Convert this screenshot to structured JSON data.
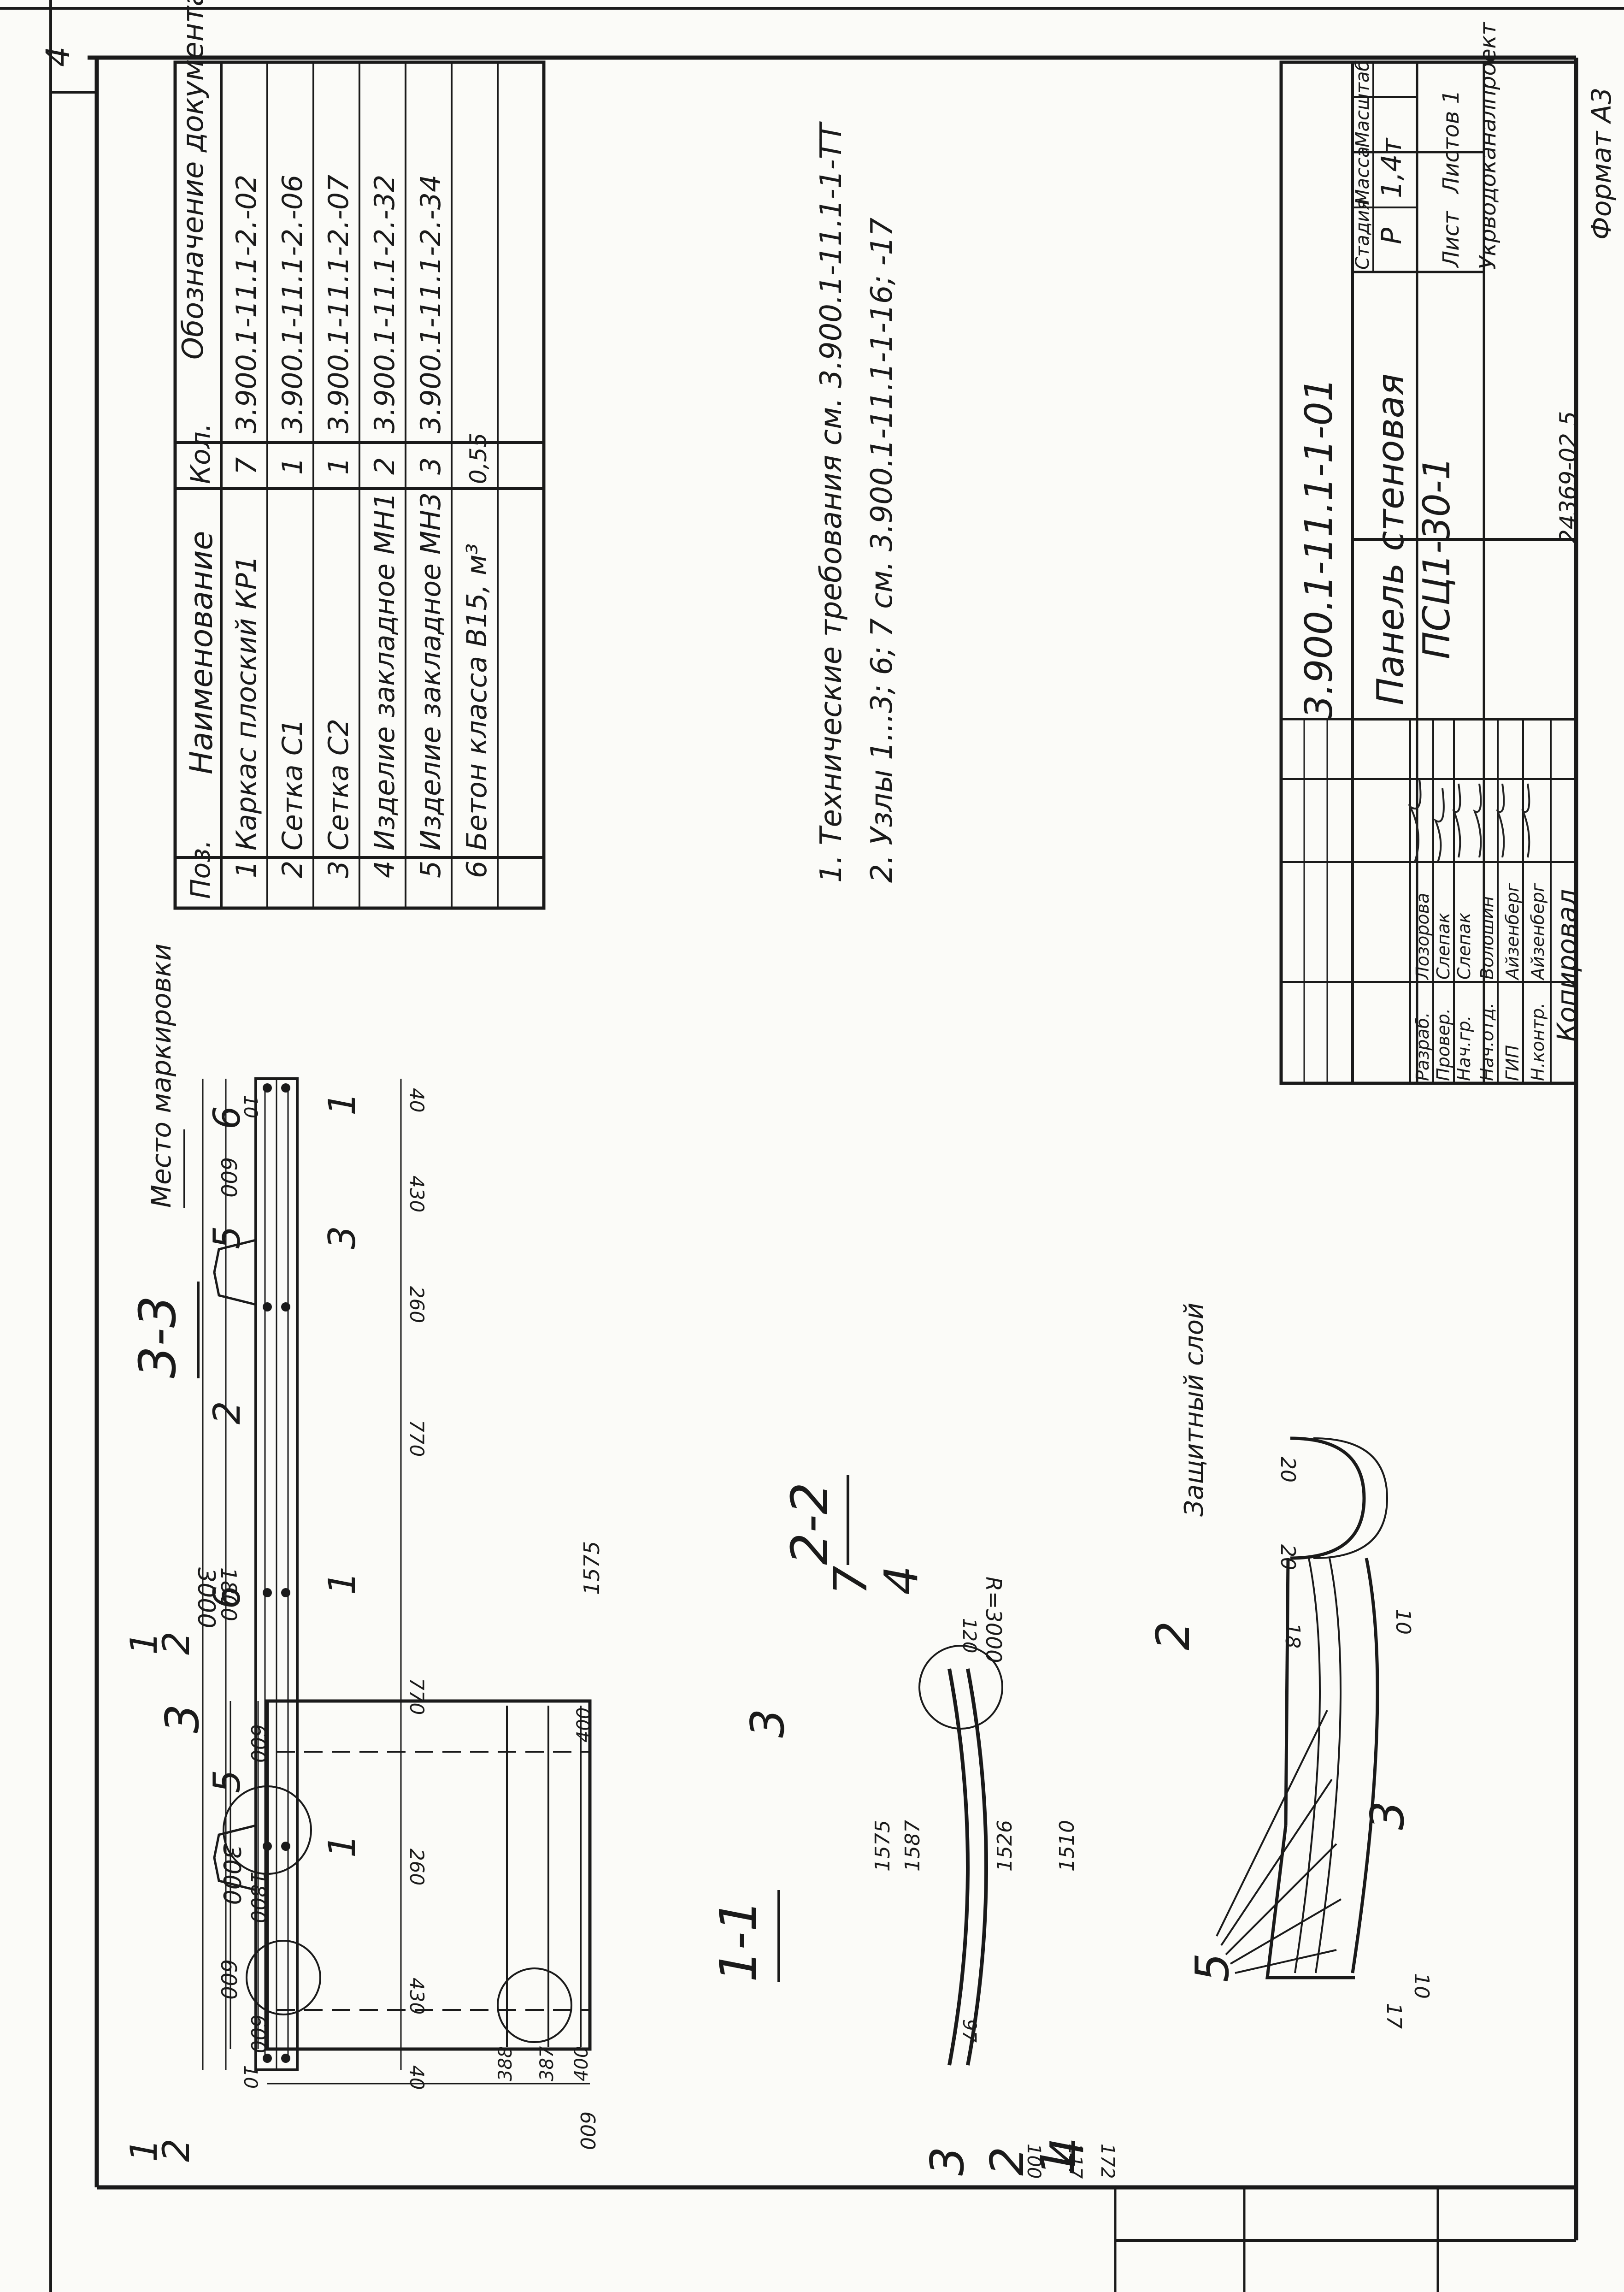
{
  "page_number": "4",
  "spec_table": {
    "headers": {
      "pos": "Поз.",
      "name": "Наименование",
      "qty": "Кол.",
      "doc": "Обозначение документа"
    },
    "rows": [
      {
        "pos": "1",
        "name": "Каркас плоский КР1",
        "qty": "7",
        "doc": "3.900.1-11.1-2.-02"
      },
      {
        "pos": "2",
        "name": "Сетка С1",
        "qty": "1",
        "doc": "3.900.1-11.1-2.-06"
      },
      {
        "pos": "3",
        "name": "Сетка С2",
        "qty": "1",
        "doc": "3.900.1-11.1-2.-07"
      },
      {
        "pos": "4",
        "name": "Изделие закладное МН1",
        "qty": "2",
        "doc": "3.900.1-11.1-2.-32"
      },
      {
        "pos": "5",
        "name": "Изделие закладное МН3",
        "qty": "3",
        "doc": "3.900.1-11.1-2.-34"
      },
      {
        "pos": "6",
        "name": "Бетон класса В15, м³",
        "qty": "0,55",
        "doc": ""
      }
    ]
  },
  "notes": [
    "1. Технические требования см. 3.900.1-11.1-1-ТТ",
    "2. Узлы 1...3; 6; 7 см. 3.900.1-11.1-1-16; -17"
  ],
  "section_33": {
    "title": "3-3",
    "marking_label": "Место маркировки",
    "dims_top": [
      "3000",
      "600",
      "1800",
      "600"
    ],
    "dims_side": [
      "10",
      "10"
    ],
    "dims_bottom": [
      "40",
      "430",
      "260",
      "770",
      "770",
      "260",
      "430",
      "40"
    ],
    "callouts": [
      "6",
      "5",
      "2",
      "6",
      "5",
      "3",
      "1",
      "1",
      "1"
    ]
  },
  "plan_view": {
    "dims_top": [
      "3000",
      "600",
      "1800",
      "600"
    ],
    "dims_side": [
      "400",
      "387",
      "388",
      "400",
      "1575"
    ],
    "dim_bottom": "600",
    "callouts": [
      "3",
      "3",
      "3",
      "2",
      "1"
    ],
    "section_marks": [
      "1",
      "2",
      "1",
      "2"
    ]
  },
  "section_11": {
    "title": "1-1",
    "dims": [
      "1575",
      "1587",
      "1526",
      "1510",
      "120",
      "97",
      "100",
      "117",
      "172"
    ],
    "radius": "R=3000",
    "callouts": [
      "7",
      "4",
      "4"
    ]
  },
  "section_22": {
    "title": "2-2",
    "protective_label": "Защитный слой",
    "dims": [
      "20",
      "20",
      "18",
      "10",
      "17",
      "10"
    ],
    "callouts": [
      "2",
      "3",
      "5"
    ]
  },
  "title_block": {
    "code": "3.900.1-11.1-1-01",
    "name_line1": "Панель стеновая",
    "name_line2": "ПСЦ1-30-1",
    "stage_label": "Стадия",
    "mass_label": "Масса",
    "scale_label": "Масштаб",
    "stage": "Р",
    "mass": "1,4т",
    "sheet_label": "Лист",
    "sheets_label": "Листов 1",
    "organization": "Укрводоканалпроект",
    "roles": [
      {
        "role": "Разраб.",
        "name": "Лозорова"
      },
      {
        "role": "Провер.",
        "name": "Слепак"
      },
      {
        "role": "Нач.гр.",
        "name": "Слепак"
      },
      {
        "role": "Нач.отд.",
        "name": "Волошин"
      },
      {
        "role": "ГИП",
        "name": "Айзенберг"
      },
      {
        "role": "Н.контр.",
        "name": "Айзенберг"
      }
    ]
  },
  "footer": {
    "copied": "Копировал",
    "inventory": "24369-02   5",
    "format": "Формат А3"
  }
}
